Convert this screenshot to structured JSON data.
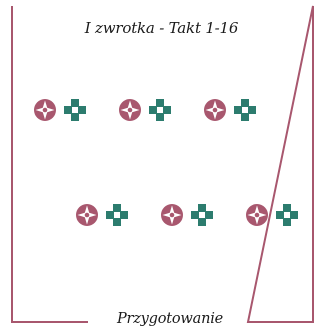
{
  "title": "I zwrotka - Takt 1-16",
  "footer_label": "Przygotowanie",
  "colors": {
    "frame": "#a8576e",
    "dancer_circle": "#a8576e",
    "dancer_square": "#2c7c6e",
    "text": "#1a1a1a"
  },
  "formation": {
    "rows": [
      {
        "pairs": 3,
        "symbols": [
          "circle-dancer-icon",
          "square-dancer-icon"
        ]
      },
      {
        "pairs": 3,
        "symbols": [
          "circle-dancer-icon",
          "square-dancer-icon"
        ]
      }
    ]
  }
}
